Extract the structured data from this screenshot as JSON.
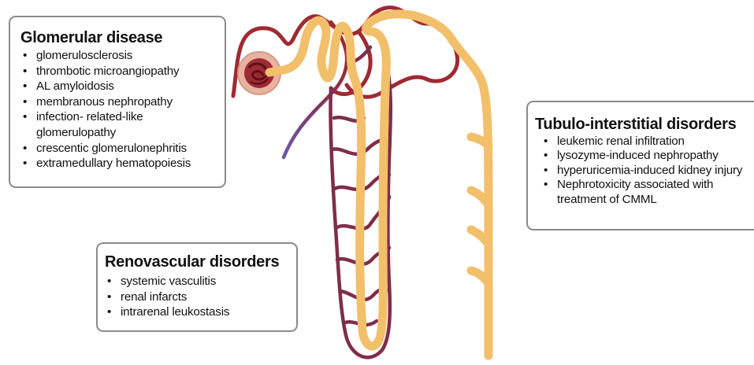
{
  "glomerular": {
    "title": "Glomerular disease",
    "items": [
      "glomerulosclerosis",
      "thrombotic microangiopathy",
      "AL amyloidosis",
      "membranous nephropathy",
      "infection- related-like glomerulopathy",
      "crescentic glomerulonephritis",
      "extramedullary hematopoiesis"
    ]
  },
  "tubulo": {
    "title": "Tubulo-interstitial disorders",
    "items": [
      "leukemic renal infiltration",
      "lysozyme-induced nephropathy",
      "hyperuricemia-induced kidney injury",
      "Nephrotoxicity associated with treatment of CMML"
    ]
  },
  "renovascular": {
    "title": "Renovascular disorders",
    "items": [
      "systemic vasculitis",
      "renal infarcts",
      "intrarenal leukostasis"
    ]
  },
  "colors": {
    "tubule": "#f2bf6b",
    "artery": "#9e2a33",
    "vein": "#6a5aa8",
    "capillary": "#7e2d4a",
    "box_border": "#8a8a8a"
  }
}
